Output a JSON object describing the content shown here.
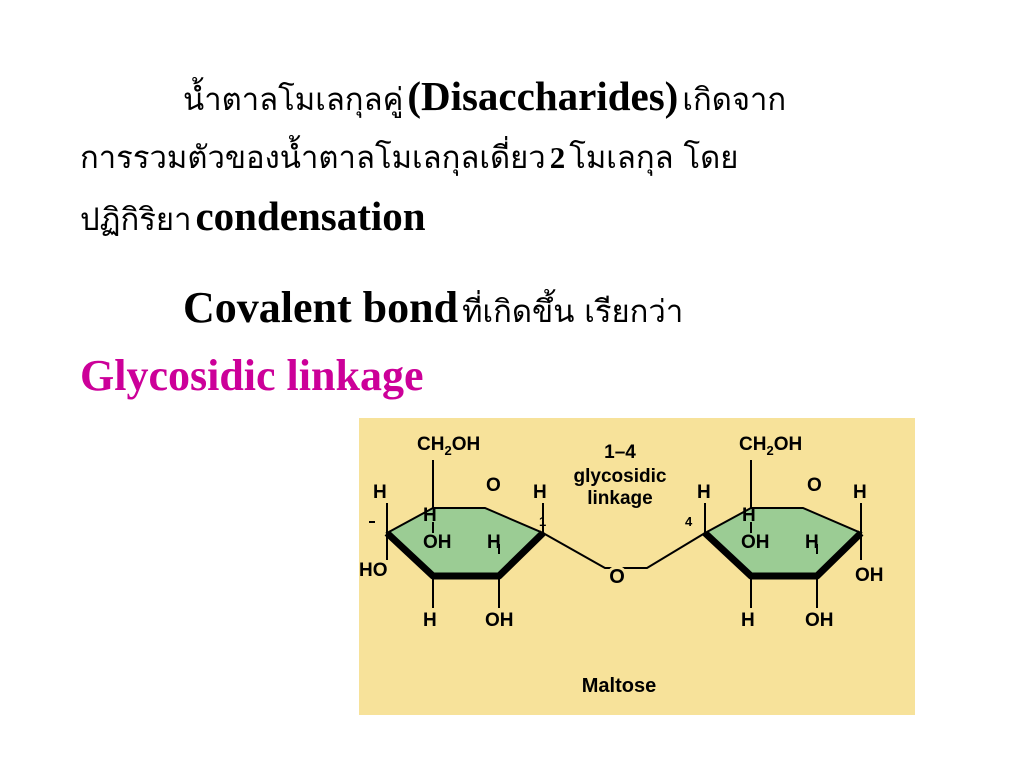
{
  "paragraph1": {
    "line1_thai_a": "น้ำตาลโมเลกุลคู่",
    "line1_eng": "(Disaccharides)",
    "line1_thai_b": "เกิดจาก",
    "line2_thai": "การรวมตัวของน้ำตาลโมเลกุลเดี่ยว",
    "line2_num": "2",
    "line2_thai_b": "โมเลกุล โดย",
    "line3_thai": "ปฏิกิริยา",
    "line3_eng": "condensation"
  },
  "paragraph2": {
    "line1_eng": "Covalent bond",
    "line1_thai": "ที่เกิดขึ้น เรียกว่า",
    "line2_pink": "Glycosidic linkage"
  },
  "diagram": {
    "background": "#f7e29a",
    "ring_fill": "#9bcc94",
    "label_ch2oh": "CH",
    "label_ch2oh_sub": "2",
    "label_ch2oh_end": "OH",
    "label_o": "O",
    "label_h": "H",
    "label_oh": "OH",
    "label_ho": "HO",
    "linkage_1": "1–4",
    "linkage_2": "glycosidic",
    "linkage_3": "linkage",
    "carbon_1": "1",
    "carbon_4": "4",
    "bridge_o": "O",
    "caption": "Maltose"
  }
}
